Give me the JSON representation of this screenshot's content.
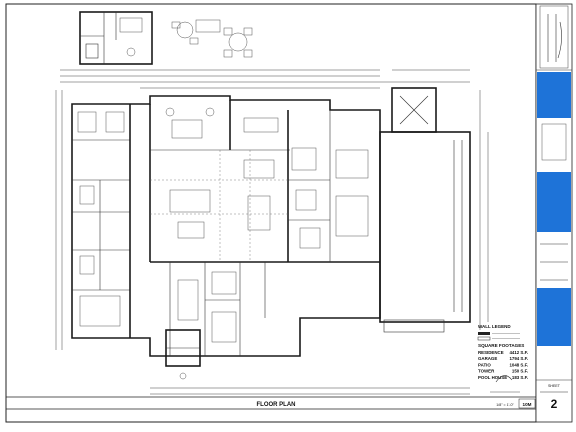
{
  "sheet": {
    "title": "FLOOR PLAN",
    "scale_note": "1/8\" = 1'-0\"",
    "sheet_number": "2",
    "sheet_label": "SHEET",
    "sheet_code": "10M"
  },
  "wall_legend": {
    "title": "WALL LEGEND"
  },
  "square_footages": {
    "title": "SQUARE FOOTAGES",
    "rows": [
      {
        "label": "RESIDENCE",
        "value": "4412 S.F."
      },
      {
        "label": "GARAGE",
        "value": "1794 S.F."
      },
      {
        "label": "PATIO",
        "value": "1048 S.F."
      },
      {
        "label": "TOWER",
        "value": "150 S.F."
      },
      {
        "label": "POOL HOUSE",
        "value": "183 S.F."
      }
    ]
  },
  "colors": {
    "title_block_accent": "#1e73d8",
    "linework": "#1a1a1a"
  }
}
